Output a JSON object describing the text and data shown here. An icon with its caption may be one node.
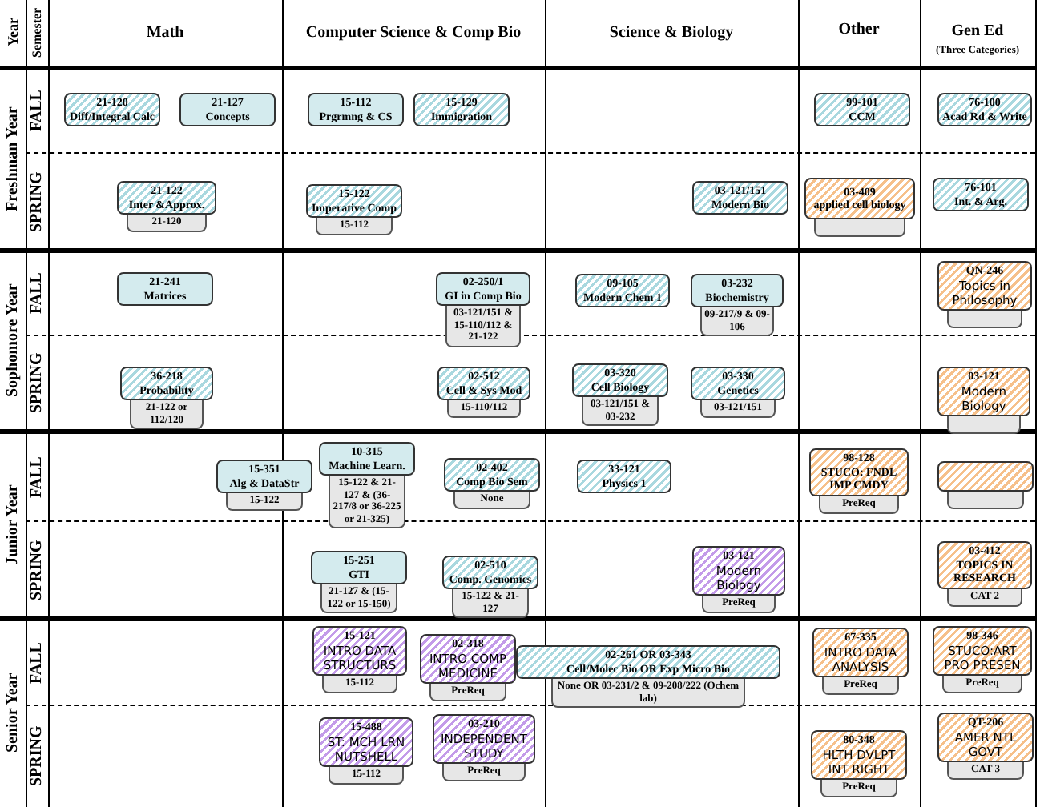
{
  "diagram": {
    "nodes": [
      {
        "text": [
          "21-120",
          "Diff/Integral Calc"
        ]
      },
      {
        "text": [
          "21-127",
          "Concepts"
        ]
      },
      {
        "text": [
          "15-112",
          "Prgrmng & CS"
        ]
      },
      {
        "text": [
          "15-129",
          "Immigration"
        ]
      },
      {
        "text": [
          "99-101",
          "CCM"
        ]
      },
      {
        "text": [
          "76-100",
          "Acad Rd & Write"
        ]
      },
      {
        "text": [
          "21-122",
          "Inter &Approx."
        ],
        "beside": [
          "21-120"
        ]
      },
      {
        "text": [
          "15-122",
          "Imperative Comp"
        ],
        "beside": [
          "15-112"
        ]
      },
      {
        "text": [
          "03-121/151",
          "Modern Bio"
        ]
      },
      {
        "text": [
          "03-409",
          "applied cell biology"
        ]
      },
      {
        "text": [
          "76-101",
          "Int. & Arg."
        ]
      },
      {
        "text": [
          "21-241",
          "Matrices"
        ]
      },
      {
        "text": [
          "02-250/1",
          "GI in Comp Bio"
        ],
        "beside": [
          "03-121/151 & 15-110/112 & 21-122"
        ]
      },
      {
        "text": [
          "09-105",
          "Modern Chem 1"
        ]
      },
      {
        "text": [
          "03-232",
          "Biochemistry"
        ],
        "beside": [
          "09-217/9 & 09-106"
        ]
      },
      {
        "text": [
          "QN-246",
          "Topics in Philosophy"
        ]
      },
      {
        "text": [
          "36-218",
          "Probability"
        ],
        "beside": [
          "21-122 or 112/120"
        ]
      },
      {
        "text": [
          "02-512",
          "Cell & Sys Mod"
        ],
        "beside": [
          "15-110/112"
        ]
      },
      {
        "text": [
          "03-320",
          "Cell Biology"
        ],
        "beside": [
          "03-121/151 & 03-232"
        ]
      },
      {
        "text": [
          "03-330",
          "Genetics"
        ],
        "beside": [
          "03-121/151"
        ]
      },
      {
        "text": [
          "03-121",
          "Modern Biology"
        ]
      },
      {
        "text": [
          "15-351",
          "Alg & DataStr"
        ],
        "beside": [
          "15-122"
        ]
      },
      {
        "text": [
          "10-315",
          "Machine Learn."
        ],
        "beside": [
          "15-122 & 21-127 & (36-217/8 or 36-225 or 21-325)"
        ]
      },
      {
        "text": [
          "02-402",
          "Comp Bio Sem"
        ],
        "beside": [
          "None"
        ]
      },
      {
        "text": [
          "33-121",
          "Physics 1"
        ]
      },
      {
        "text": [
          "98-128",
          "STUCO: FNDL IMP CMDY"
        ],
        "beside": [
          "PreReq"
        ]
      },
      {
        "text": [],
        "shape": "box"
      },
      {
        "text": [
          "15-251",
          "GTI"
        ],
        "beside": [
          "21-127 & (15-122 or 15-150)"
        ]
      },
      {
        "text": [
          "02-510",
          "Comp. Genomics"
        ],
        "beside": [
          "15-122 & 21-127"
        ]
      },
      {
        "text": [
          "03-121",
          "Modern Biology"
        ],
        "beside": [
          "PreReq"
        ]
      },
      {
        "text": [
          "03-412",
          "TOPICS IN RESEARCH"
        ],
        "beside": [
          "CAT 2"
        ]
      },
      {
        "text": [
          "15-121",
          "INTRO DATA STRUCTURS"
        ],
        "beside": [
          "15-112"
        ]
      },
      {
        "text": [
          "02-318",
          "INTRO COMP MEDICINE"
        ],
        "beside": [
          "PreReq"
        ]
      },
      {
        "text": [
          "02-261 OR 03-343",
          "Cell/Molec Bio OR Exp Micro Bio"
        ],
        "beside": [
          "None OR 03-231/2 & 09-208/222 (Ochem lab)"
        ]
      },
      {
        "text": [
          "67-335",
          "INTRO DATA ANALYSIS"
        ],
        "beside": [
          "PreReq"
        ]
      },
      {
        "text": [
          "98-346",
          "STUCO:ART PRO PRESEN"
        ],
        "beside": [
          "PreReq"
        ]
      },
      {
        "text": [
          "15-488",
          "ST: MCH LRN NUTSHELL"
        ],
        "beside": [
          "15-112"
        ]
      },
      {
        "text": [
          "03-210",
          "INDEPENDENT STUDY"
        ],
        "beside": [
          "PreReq"
        ]
      },
      {
        "text": [
          "80-348",
          "HLTH DVLPT INT RIGHT"
        ],
        "beside": [
          "PreReq"
        ]
      },
      {
        "text": [
          "QT-206",
          "AMER NTL GOVT"
        ],
        "beside": [
          "CAT 3"
        ]
      }
    ],
    "labels": [
      "Year",
      "Semester",
      "Math",
      "Computer Science & Comp Bio",
      "Science & Biology",
      "Other",
      "Gen Ed",
      "(Three Categories)",
      "Freshman Year",
      "FALL",
      "SPRING",
      "Sophomore Year",
      "FALL",
      "SPRING",
      "Junior Year",
      "FALL",
      "SPRING",
      "Senior Year",
      "FALL",
      "SPRING"
    ]
  }
}
